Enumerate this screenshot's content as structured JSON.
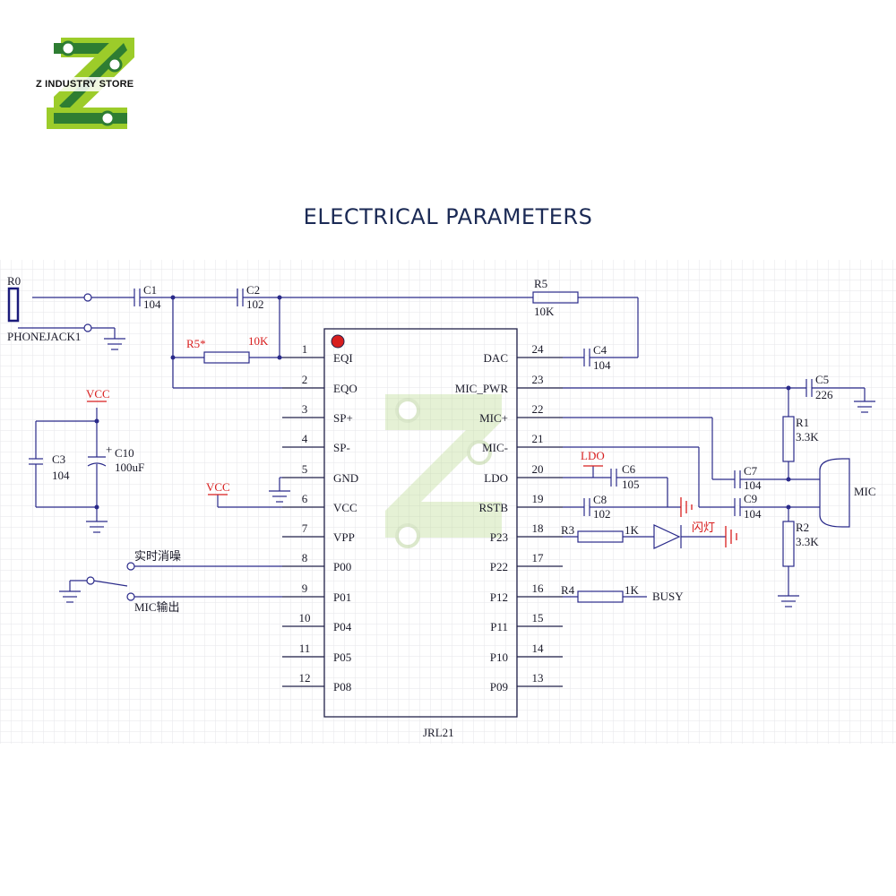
{
  "brand": {
    "name": "Z INDUSTRY STORE",
    "logo_letter": "Z",
    "colors": {
      "green": "#2e7d32",
      "lime": "#9ccc2a"
    }
  },
  "title": "ELECTRICAL PARAMETERS",
  "chip": {
    "name": "JRL21",
    "left_pins": [
      {
        "num": "1",
        "label": "EQI"
      },
      {
        "num": "2",
        "label": "EQO"
      },
      {
        "num": "3",
        "label": "SP+"
      },
      {
        "num": "4",
        "label": "SP-"
      },
      {
        "num": "5",
        "label": "GND"
      },
      {
        "num": "6",
        "label": "VCC"
      },
      {
        "num": "7",
        "label": "VPP"
      },
      {
        "num": "8",
        "label": "P00"
      },
      {
        "num": "9",
        "label": "P01"
      },
      {
        "num": "10",
        "label": "P04"
      },
      {
        "num": "11",
        "label": "P05"
      },
      {
        "num": "12",
        "label": "P08"
      }
    ],
    "right_pins": [
      {
        "num": "24",
        "label": "DAC"
      },
      {
        "num": "23",
        "label": "MIC_PWR"
      },
      {
        "num": "22",
        "label": "MIC+"
      },
      {
        "num": "21",
        "label": "MIC-"
      },
      {
        "num": "20",
        "label": "LDO"
      },
      {
        "num": "19",
        "label": "RSTB"
      },
      {
        "num": "18",
        "label": "P23"
      },
      {
        "num": "17",
        "label": "P22"
      },
      {
        "num": "16",
        "label": "P12"
      },
      {
        "num": "15",
        "label": "P11"
      },
      {
        "num": "14",
        "label": "P10"
      },
      {
        "num": "13",
        "label": "P09"
      }
    ]
  },
  "components": {
    "r0": "R0",
    "phonejack": "PHONEJACK1",
    "c1": "C1",
    "c1_val": "104",
    "c2": "C2",
    "c2_val": "102",
    "r5": "R5",
    "r5_val": "10K",
    "r5s": "R5*",
    "r5s_val": "10K",
    "c4": "C4",
    "c4_val": "104",
    "c5": "C5",
    "c5_val": "226",
    "r1": "R1",
    "r1_val": "3.3K",
    "r2": "R2",
    "r2_val": "3.3K",
    "c7": "C7",
    "c7_val": "104",
    "c9": "C9",
    "c9_val": "104",
    "mic": "MIC",
    "c6": "C6",
    "c6_val": "105",
    "c8": "C8",
    "c8_val": "102",
    "ldo_net": "LDO",
    "r3": "R3",
    "r3_val": "1K",
    "led_label": "闪灯",
    "r4": "R4",
    "r4_val": "1K",
    "busy": "BUSY",
    "vcc_top": "VCC",
    "vcc_mid": "VCC",
    "c3": "C3",
    "c3_val": "104",
    "c10": "C10",
    "c10_val": "100uF",
    "c10_plus": "+",
    "sw1": "实时消噪",
    "sw2": "MIC输出"
  }
}
